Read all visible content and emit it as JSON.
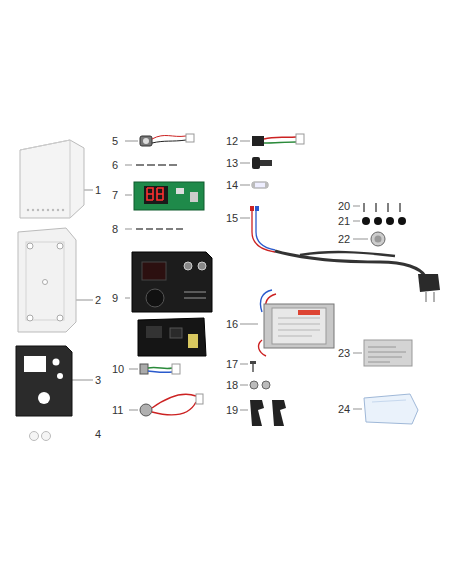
{
  "diagram": {
    "labels": [
      "1",
      "2",
      "3",
      "4",
      "5",
      "6",
      "7",
      "8",
      "9",
      "10",
      "11",
      "12",
      "13",
      "14",
      "15",
      "16",
      "17",
      "18",
      "19",
      "20",
      "21",
      "22",
      "23",
      "24"
    ]
  }
}
